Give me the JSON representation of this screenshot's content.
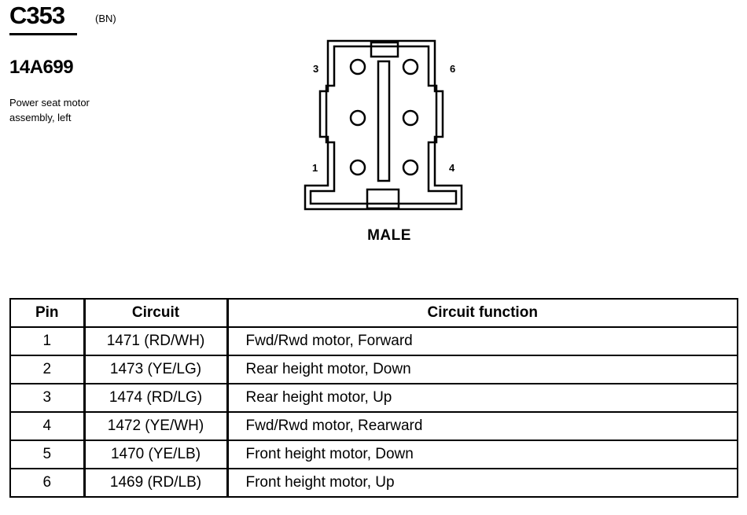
{
  "header": {
    "connector_id": "C353",
    "connector_color": "(BN)",
    "part_number": "14A699",
    "description_lines": [
      "Power seat motor",
      "assembly, left"
    ]
  },
  "diagram": {
    "gender": "MALE",
    "pin_labels": {
      "top_left": "3",
      "top_right": "6",
      "bottom_left": "1",
      "bottom_right": "4"
    }
  },
  "table": {
    "headers": [
      "Pin",
      "Circuit",
      "Circuit function"
    ],
    "rows": [
      {
        "pin": "1",
        "circuit": "1471 (RD/WH)",
        "function": "Fwd/Rwd motor, Forward"
      },
      {
        "pin": "2",
        "circuit": "1473 (YE/LG)",
        "function": "Rear height motor, Down"
      },
      {
        "pin": "3",
        "circuit": "1474 (RD/LG)",
        "function": "Rear height motor, Up"
      },
      {
        "pin": "4",
        "circuit": "1472 (YE/WH)",
        "function": "Fwd/Rwd motor, Rearward"
      },
      {
        "pin": "5",
        "circuit": "1470 (YE/LB)",
        "function": "Front height motor, Down"
      },
      {
        "pin": "6",
        "circuit": "1469 (RD/LB)",
        "function": "Front height motor, Up"
      }
    ]
  }
}
